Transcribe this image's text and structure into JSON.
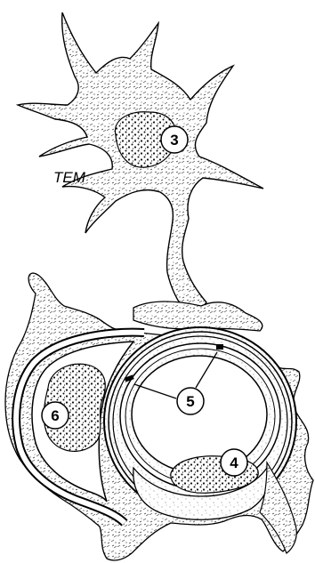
{
  "figure": {
    "caption": "TEM",
    "labels": {
      "astrocyte_nucleus": "3",
      "pericyte_nucleus": "4",
      "tight_junctions": "5",
      "neuron_nucleus": "6"
    }
  }
}
